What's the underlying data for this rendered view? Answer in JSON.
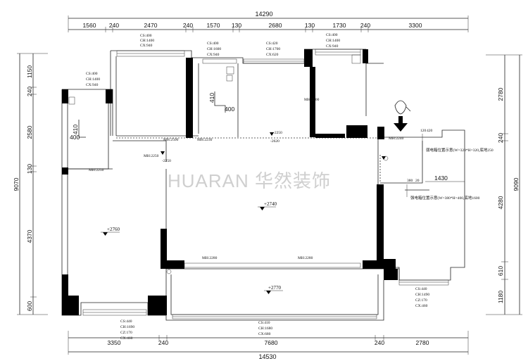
{
  "watermark": "HUARAN 华然装饰",
  "top_dims": {
    "overall": "14290",
    "segments": [
      "1560",
      "240",
      "2470",
      "240",
      "1570",
      "130",
      "2680",
      "130",
      "1730",
      "240",
      "3300"
    ]
  },
  "bottom_dims": {
    "overall": "14530",
    "segments": [
      "3350",
      "240",
      "7680",
      "240",
      "2780"
    ]
  },
  "left_dims": {
    "overall": "9070",
    "segments": [
      "1150",
      "240",
      "2580",
      "130",
      "4370",
      "600"
    ]
  },
  "right_dims": {
    "overall": "9090",
    "segments": [
      "2780",
      "240",
      "4280",
      "610",
      "1180"
    ]
  },
  "window_notes": {
    "w1": [
      "CS:400",
      "CH:1400",
      "CX:940"
    ],
    "w2": [
      "CS:400",
      "CH:1400",
      "CX:940"
    ],
    "w3": [
      "CS:400",
      "CH:1600",
      "CX:940"
    ],
    "w4": [
      "CS:420",
      "CH:1700",
      "CX:620"
    ],
    "w5": [
      "CS:400",
      "CH:1400",
      "CX:940"
    ],
    "w6": [
      "CS:440",
      "CH:1490",
      "CZ:170",
      "CX:460"
    ],
    "w7": [
      "CS:440",
      "CH:1690",
      "CZ:170",
      "CX:460"
    ],
    "w8": [
      "CS:410",
      "CH:1680",
      "CX:680"
    ]
  },
  "mh_labels": {
    "a": "MH:2200",
    "b": "MH:2500",
    "c": "MH:2230",
    "d": "MH:2250",
    "e": "MH:2250",
    "f": "MH:2240",
    "g": "MH:2280",
    "h": "MH:2280"
  },
  "elevations": {
    "living": "+2740",
    "bedroom": "+2760",
    "balcony": "+2770"
  },
  "small_dims": {
    "d410a": "410",
    "d400a": "400",
    "d410b": "410",
    "d400b": "400",
    "d1430": "1430",
    "d120": "120",
    "d420": "420",
    "d380": "380",
    "d20": "20"
  },
  "electrical_notes": {
    "note1": "弱电箱位置示意(W=320*H=320,底地250",
    "note2": "强电箱位置示意(W=380*H=400,底地1600"
  },
  "room_marks": {
    "m1": "-2250",
    "m2": "-2620",
    "m3": "-2250"
  }
}
